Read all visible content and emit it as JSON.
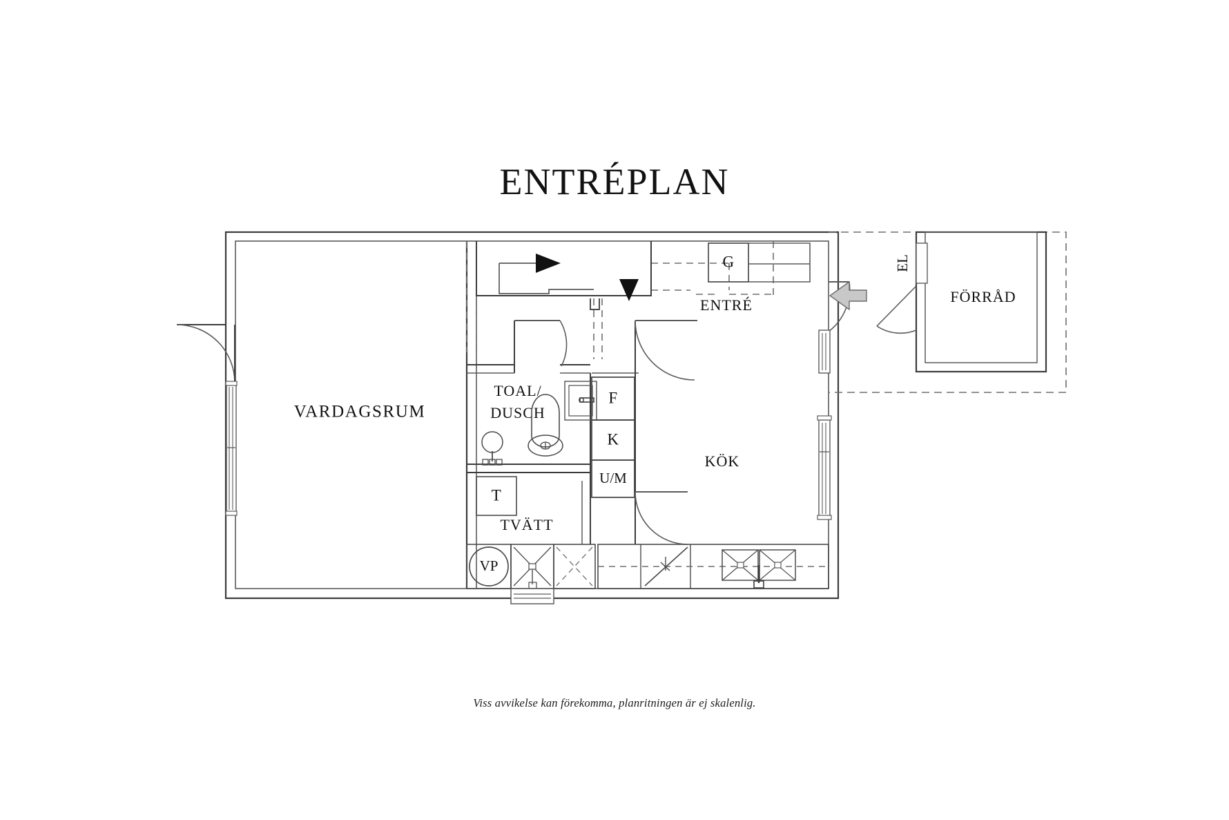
{
  "document": {
    "title": "ENTRÉPLAN",
    "footer_note": "Viss avvikelse kan förekomma, planritningen är ej skalenlig.",
    "type": "floor-plan",
    "language": "sv",
    "colors": {
      "wall_stroke": "#3b3b3b",
      "thin_stroke": "#5a5a5a",
      "fixture_stroke": "#4a4a4a",
      "dashed_stroke": "#6e6e6e",
      "text": "#111111",
      "entry_arrow_fill": "#c8c8c8",
      "entry_arrow_stroke": "#6b6b6b",
      "background": "#ffffff"
    }
  },
  "rooms": [
    {
      "id": "vardagsrum",
      "label": "VARDAGSRUM"
    },
    {
      "id": "toal-dusch",
      "label_line1": "TOAL/",
      "label_line2": "DUSCH"
    },
    {
      "id": "tvatt",
      "label": "TVÄTT"
    },
    {
      "id": "entre",
      "label": "ENTRÉ"
    },
    {
      "id": "kok",
      "label": "KÖK"
    },
    {
      "id": "forrad",
      "label": "FÖRRÅD"
    }
  ],
  "annotations": {
    "wardrobe_g": "G",
    "fridge_f": "F",
    "freezer_k": "K",
    "oven_micro_um": "U/M",
    "dryer_t": "T",
    "heatpump_vp": "VP",
    "electric_el": "EL"
  }
}
